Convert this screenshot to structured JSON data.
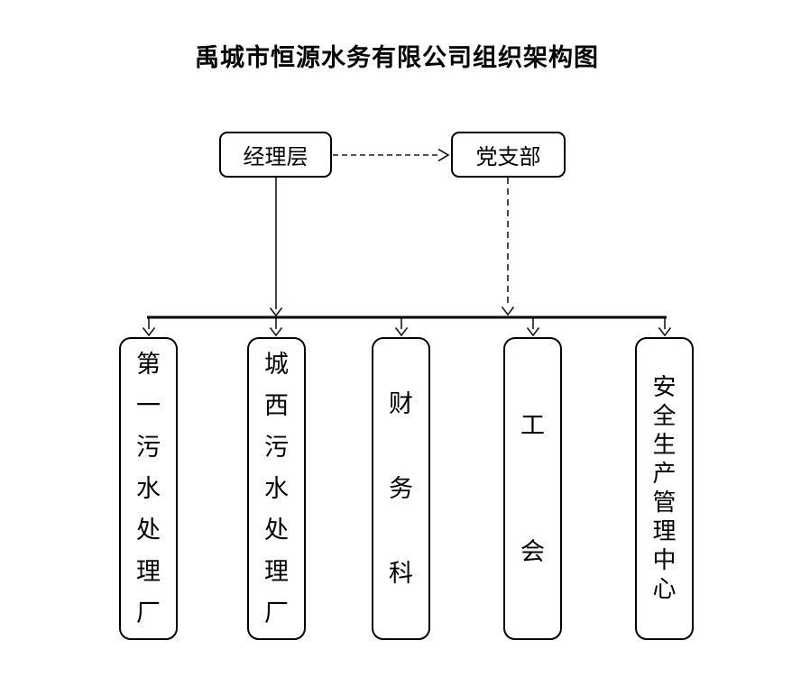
{
  "title": "禹城市恒源水务有限公司组织架构图",
  "nodes": {
    "management": {
      "label": "经理层"
    },
    "party_branch": {
      "label": "党支部"
    },
    "departments": [
      {
        "label": "第一污水处理厂"
      },
      {
        "label": "城西污水处理厂"
      },
      {
        "label": "财务科"
      },
      {
        "label": "工会"
      },
      {
        "label": "安全生产管理中心"
      }
    ]
  },
  "edges": [
    {
      "from": "经理层",
      "to": "党支部",
      "style": "dashed",
      "arrow": true
    },
    {
      "from": "经理层",
      "to": "bus",
      "style": "solid",
      "arrow": true
    },
    {
      "from": "党支部",
      "to": "bus",
      "style": "dashed",
      "arrow": true
    },
    {
      "from": "bus",
      "to": "第一污水处理厂",
      "style": "solid",
      "arrow": true
    },
    {
      "from": "bus",
      "to": "城西污水处理厂",
      "style": "solid",
      "arrow": true
    },
    {
      "from": "bus",
      "to": "财务科",
      "style": "solid",
      "arrow": true
    },
    {
      "from": "bus",
      "to": "工会",
      "style": "solid",
      "arrow": true
    },
    {
      "from": "bus",
      "to": "安全生产管理中心",
      "style": "solid",
      "arrow": true
    }
  ],
  "colors": {
    "background": "#ffffff",
    "line": "#000000",
    "text": "#000000"
  }
}
